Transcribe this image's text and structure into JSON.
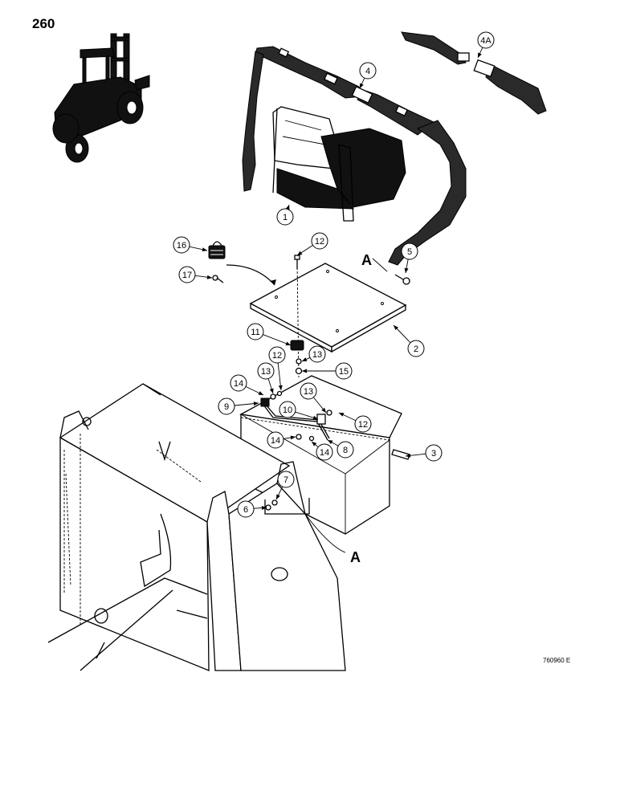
{
  "page_number": "260",
  "reference_code": "760960 E",
  "section_marks": [
    "A",
    "A"
  ],
  "callouts": [
    "1",
    "2",
    "3",
    "4",
    "4A",
    "5",
    "6",
    "7",
    "8",
    "9",
    "10",
    "11",
    "12",
    "12",
    "12",
    "13",
    "13",
    "13",
    "14",
    "14",
    "14",
    "15",
    "16",
    "17"
  ],
  "colors": {
    "ink": "#000000",
    "paper": "#ffffff",
    "belt": "#2a2a2a"
  }
}
